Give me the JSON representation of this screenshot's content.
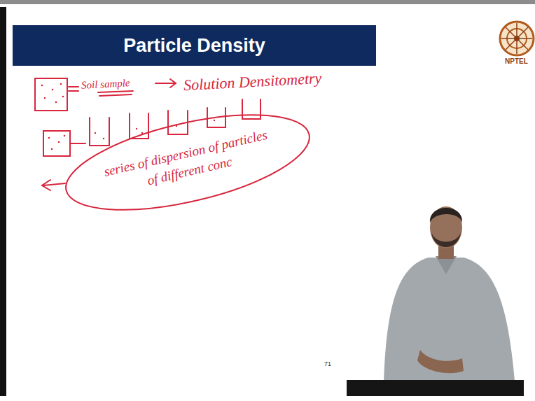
{
  "diagram": {
    "title": "Particle Density",
    "nodes": [
      {
        "text": [
          "series of dispersion of particles of different conc"
        ]
      }
    ],
    "labels": [
      "Soil sample",
      "Solution Densitometry",
      "71",
      "NPTEL"
    ]
  }
}
